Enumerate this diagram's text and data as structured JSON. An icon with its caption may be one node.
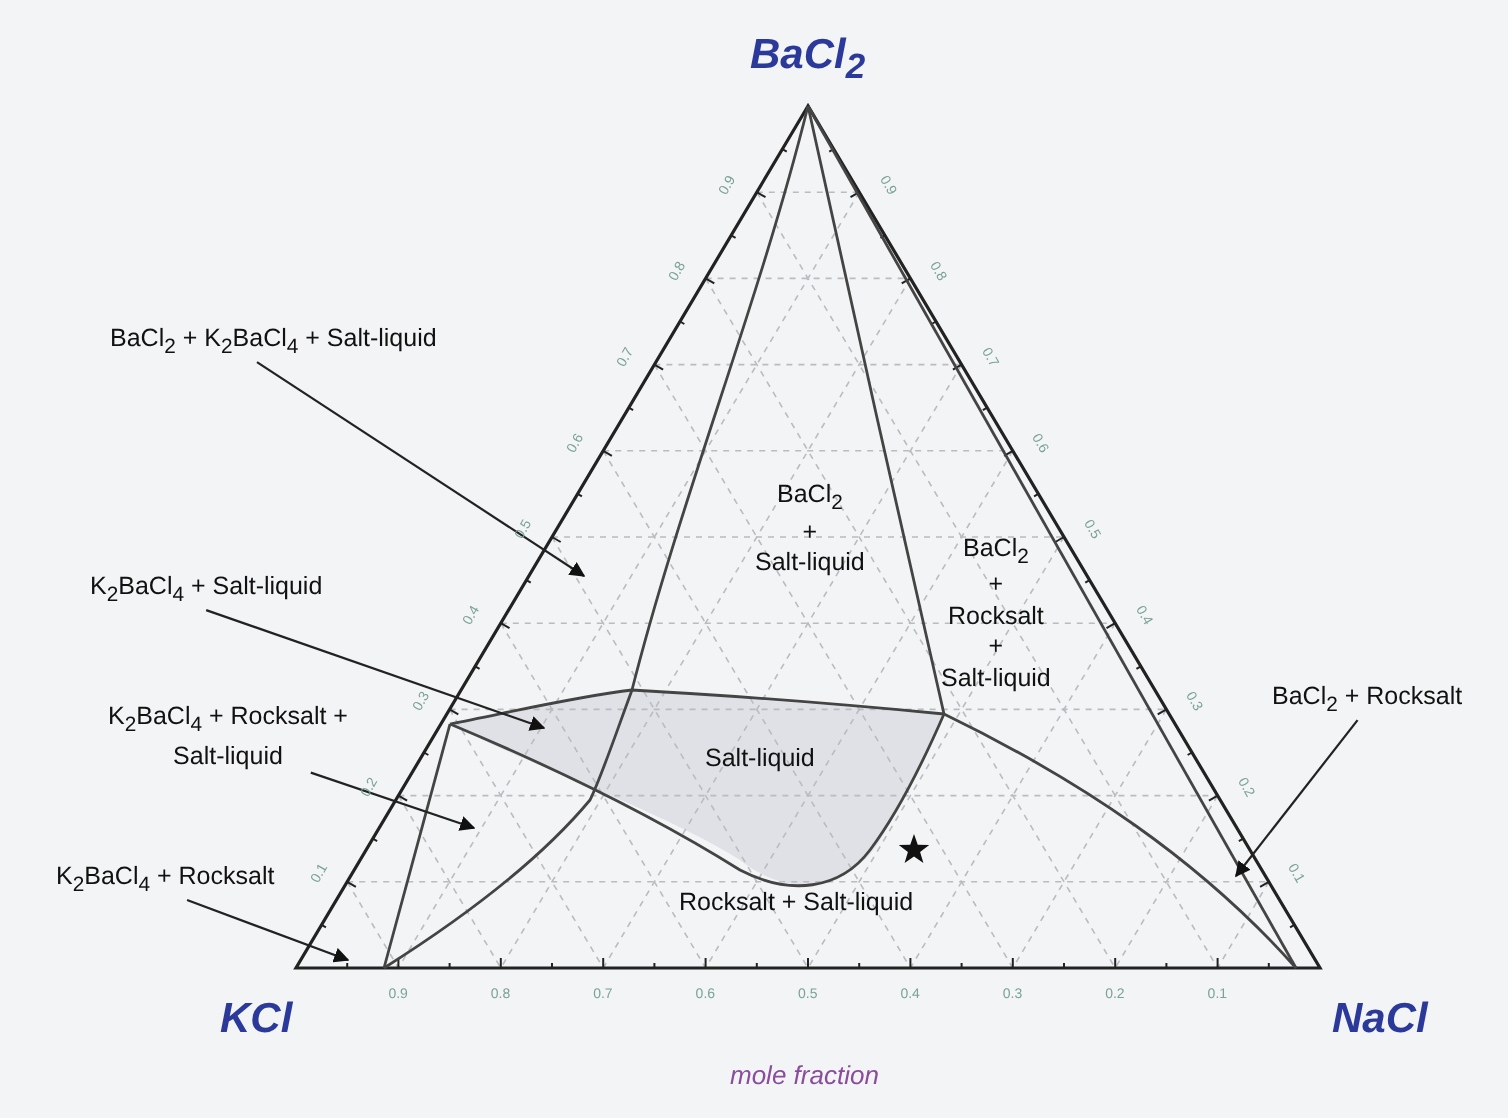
{
  "diagram": {
    "nodes": [
      {
        "text": [
          "BaCl$_{2}$ + K$_{2}$BaCl$_{4}$ + Salt-liquid"
        ]
      },
      {
        "text": [
          "K$_{2}$BaCl$_{4}$ + Salt-liquid"
        ]
      },
      {
        "text": [
          "K$_{2}$BaCl$_{4}$ + Rocksalt + Salt-liquid"
        ]
      },
      {
        "text": [
          "K$_{2}$BaCl$_{4}$ + Rocksalt"
        ]
      },
      {
        "text": [
          "BaCl$_{2}$ + Rocksalt"
        ]
      }
    ],
    "edges": [
      {
        "from": 0,
        "to": null,
        "arrow": "to"
      },
      {
        "from": 1,
        "to": null,
        "arrow": "to"
      },
      {
        "from": 2,
        "to": null,
        "arrow": "to"
      },
      {
        "from": 3,
        "to": null,
        "arrow": "to"
      },
      {
        "from": 4,
        "to": null,
        "arrow": "to"
      }
    ],
    "labels": [
      "BaCl$_{2}$",
      "0.1",
      "0.2",
      "0.3",
      "0.4",
      "0.5",
      "0.6",
      "0.7",
      "0.8",
      "0.9",
      "0.1",
      "0.2",
      "0.3",
      "0.4",
      "0.5",
      "0.6",
      "0.7",
      "0.8",
      "0.9",
      "BaCl$_{2}$ + Salt-liquid",
      "BaCl$_{2}$ + Rocksalt + Salt-liquid",
      "Salt-liquid",
      "Rocksalt + Salt-liquid",
      "0.9",
      "0.8",
      "0.7",
      "0.6",
      "0.5",
      "0.4",
      "0.3",
      "0.2",
      "0.1",
      "KCl",
      "NaCl",
      "mole fraction"
    ]
  }
}
